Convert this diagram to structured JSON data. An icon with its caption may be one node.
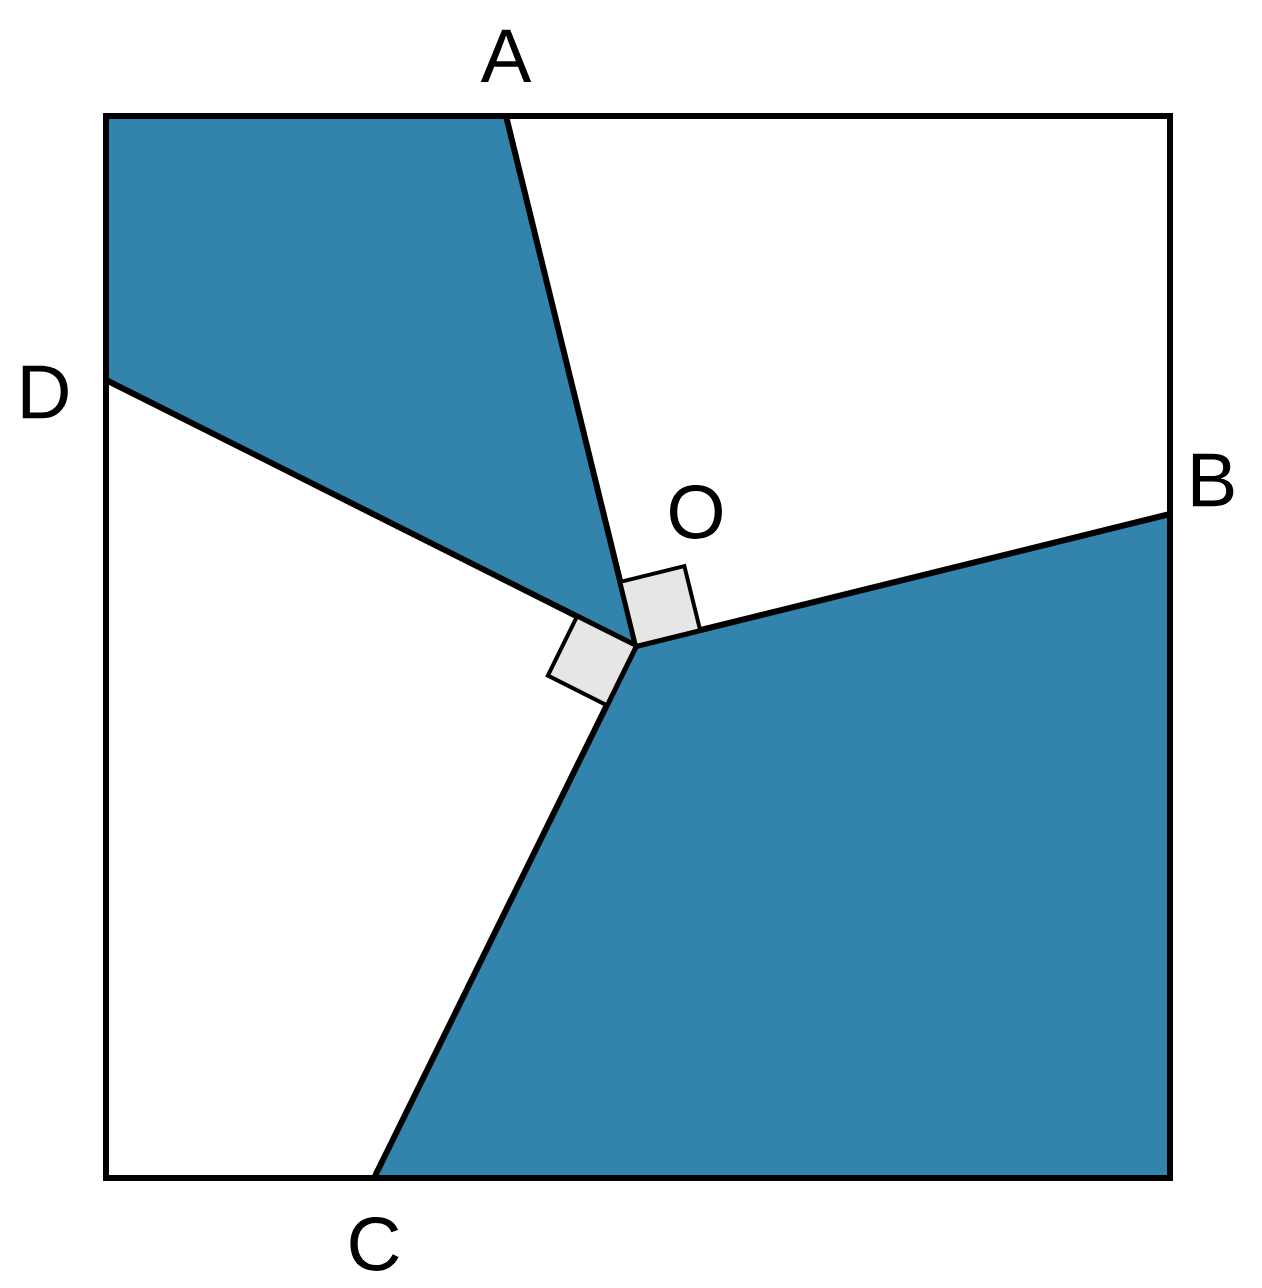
{
  "diagram": {
    "labels": [
      "A",
      "D",
      "O",
      "B",
      "C"
    ]
  }
}
